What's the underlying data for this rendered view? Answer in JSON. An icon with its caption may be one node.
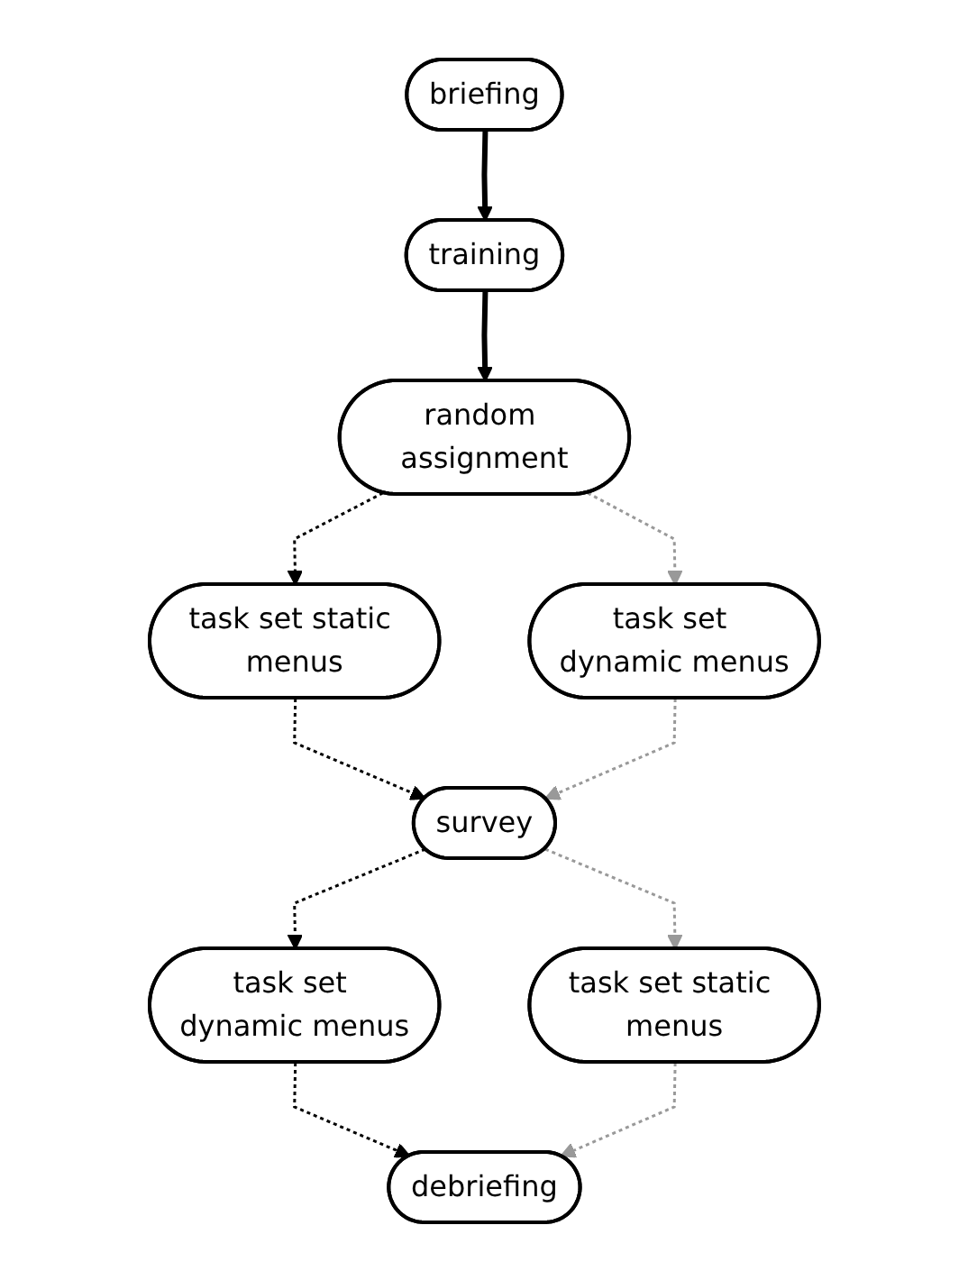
{
  "diagram": {
    "nodes": [
      {
        "text": [
          "briefing"
        ]
      },
      {
        "text": [
          "training"
        ]
      },
      {
        "text": [
          "random assignment"
        ]
      },
      {
        "text": [
          "task set static menus"
        ]
      },
      {
        "text": [
          "task set dynamic menus"
        ]
      },
      {
        "text": [
          "survey"
        ]
      },
      {
        "text": [
          "task set dynamic menus"
        ]
      },
      {
        "text": [
          "task set static menus"
        ]
      },
      {
        "text": [
          "debriefing"
        ]
      }
    ],
    "edges": [
      {
        "from": 0,
        "to": 1,
        "arrow": "to",
        "style": "thick"
      },
      {
        "from": 1,
        "to": 2,
        "arrow": "to",
        "style": "thick"
      },
      {
        "from": 2,
        "to": 3,
        "arrow": "to",
        "style": "dashed"
      },
      {
        "from": 2,
        "to": 4,
        "arrow": "to",
        "style": "dashed",
        "color": "#999999"
      },
      {
        "from": 3,
        "to": 5,
        "arrow": "to",
        "style": "dashed"
      },
      {
        "from": 4,
        "to": 5,
        "arrow": "to",
        "style": "dashed",
        "color": "#999999"
      },
      {
        "from": 5,
        "to": 6,
        "arrow": "to",
        "style": "dashed"
      },
      {
        "from": 5,
        "to": 7,
        "arrow": "to",
        "style": "dashed",
        "color": "#999999"
      },
      {
        "from": 6,
        "to": 8,
        "arrow": "to",
        "style": "dashed"
      },
      {
        "from": 7,
        "to": 8,
        "arrow": "to",
        "style": "dashed",
        "color": "#999999"
      }
    ]
  }
}
